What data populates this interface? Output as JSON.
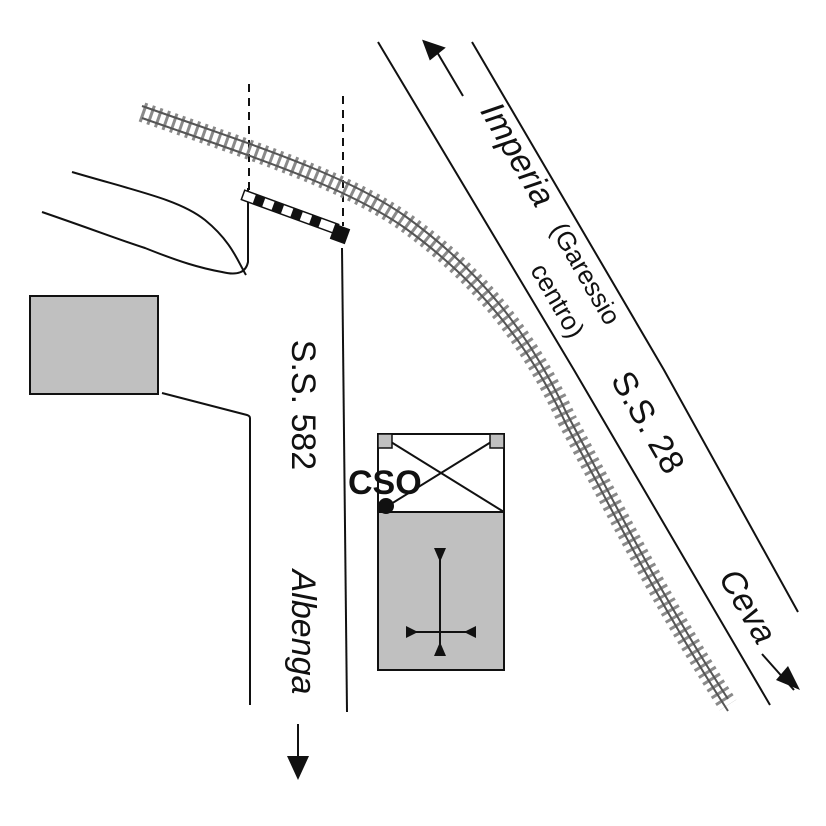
{
  "roads": {
    "ss582": {
      "name": "S.S. 582",
      "destination": "Albenga"
    },
    "ss28": {
      "name": "S.S. 28",
      "north_destination": "Imperia",
      "north_note_line1": "(Garessio",
      "north_note_line2": "centro)",
      "south_destination": "Ceva"
    }
  },
  "station": {
    "code": "CSO"
  },
  "colors": {
    "ink": "#111111",
    "building_fill": "#c0c0c0",
    "rail": "#8a8a8a",
    "background": "#ffffff"
  }
}
